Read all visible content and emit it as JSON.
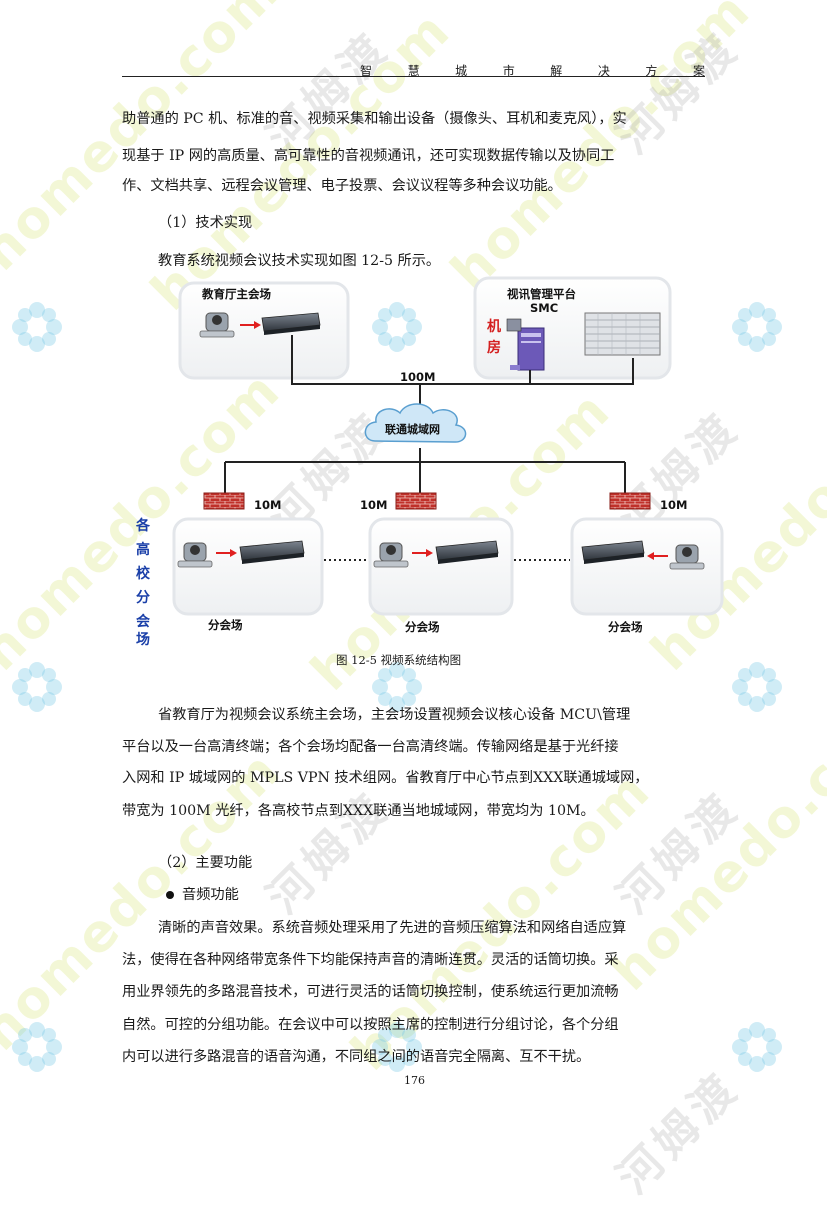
{
  "header": {
    "title_chars": [
      "智",
      "慧",
      "城",
      "市",
      "解",
      "决",
      "方",
      "案"
    ]
  },
  "paragraphs": {
    "intro_lines": [
      "助普通的 PC 机、标准的音、视频采集和输出设备（摄像头、耳机和麦克风），实",
      "现基于 IP 网的高质量、高可靠性的音视频通讯，还可实现数据传输以及协同工",
      "作、文档共享、远程会议管理、电子投票、会议议程等多种会议功能。"
    ],
    "section1_heading": "（1）技术实现",
    "section1_intro": "教育系统视频会议技术实现如图 12-5 所示。",
    "figure_caption": "图 12-5 视频系统结构图",
    "description_lines": [
      "省教育厅为视频会议系统主会场，主会场设置视频会议核心设备 MCU\\管理",
      "平台以及一台高清终端；各个会场均配备一台高清终端。传输网络是基于光纤接",
      "入网和 IP 城域网的 MPLS VPN 技术组网。省教育厅中心节点到XXX联通城域网，",
      "带宽为 100M 光纤，各高校节点到XXX联通当地城域网，带宽均为 10M。"
    ],
    "section2_heading": "（2）主要功能",
    "bullet_audio": "音频功能",
    "audio_lines": [
      "清晰的声音效果。系统音频处理采用了先进的音频压缩算法和网络自适应算",
      "法，使得在各种网络带宽条件下均能保持声音的清晰连贯。灵活的话筒切换。采",
      "用业界领先的多路混音技术，可进行灵活的话筒切换控制，使系统运行更加流畅",
      "自然。可控的分组功能。在会议中可以按照主席的控制进行分组讨论，各个分组",
      "内可以进行多路混音的语音沟通，不同组之间的语音完全隔离、互不干扰。"
    ],
    "page_number": "176"
  },
  "diagram": {
    "main_venue": "教育厅主会场",
    "platform_title": "视讯管理平台",
    "platform_sub": "SMC",
    "machine_room_chars": [
      "机",
      "房"
    ],
    "backbone_bw": "100M",
    "cloud_label": "联通城域网",
    "branch_bw": [
      "10M",
      "10M",
      "10M"
    ],
    "branch_labels": [
      "分会场",
      "分会场",
      "分会场"
    ],
    "side_label_chars": [
      "各",
      "高",
      "校",
      "分",
      "会",
      "场"
    ],
    "colors": {
      "red_label": "#d42020",
      "blue_label": "#1a3fa8",
      "cloud": "#cfe7f7",
      "firewall": "#c0302a"
    }
  },
  "watermarks": {
    "brand_latin": "homedo.com",
    "brand_cn": "河姆渡"
  }
}
